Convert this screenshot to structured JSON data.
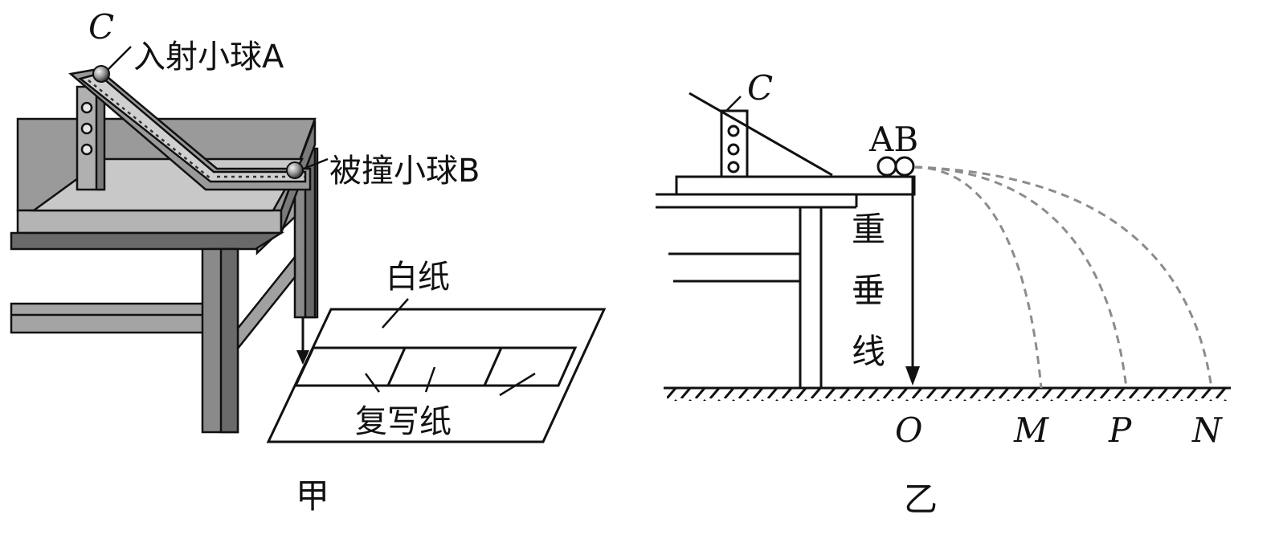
{
  "figure_a": {
    "caption": "甲",
    "label_c": "C",
    "label_ball_a": "入射小球A",
    "label_ball_b": "被撞小球B",
    "label_white_paper": "白纸",
    "label_carbon_paper": "复写纸"
  },
  "figure_b": {
    "caption": "乙",
    "label_c": "C",
    "label_ab": "AB",
    "label_plumb": [
      "重",
      "垂",
      "线"
    ],
    "point_o": "O",
    "point_m": "M",
    "point_p": "P",
    "point_n": "N"
  },
  "colors": {
    "ink": "#111111",
    "table_gray": "#8a8a8a",
    "table_light": "#b4b4b4",
    "table_dark": "#5a5a5a",
    "trajectory": "#8c8c8c"
  }
}
